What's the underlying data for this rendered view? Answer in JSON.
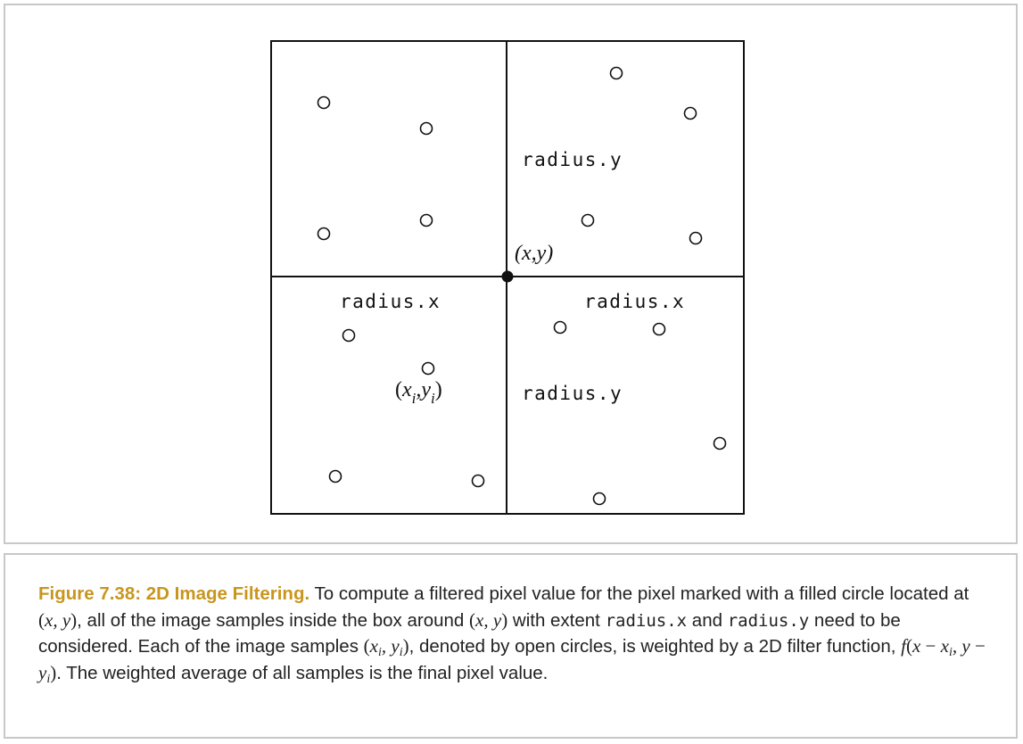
{
  "diagram": {
    "labels": {
      "radius_y_top": "radius.y",
      "radius_x_left": "radius.x",
      "radius_x_right": "radius.x",
      "radius_y_bottom": "radius.y",
      "center_point": "(x,y)",
      "sample_point_x": "x",
      "sample_point_y": "y",
      "sample_point_sub": "i"
    }
  },
  "caption": {
    "title": "Figure 7.38: 2D Image Filtering.",
    "s1": " To compute a filtered pixel value for the pixel marked with a filled circle located at ",
    "xy": "x, y",
    "s2": ", all of the image samples inside the box around ",
    "s3": " with extent ",
    "radius_x": "radius.x",
    "s4": " and ",
    "radius_y": "radius.y",
    "s5": " need to be considered. Each of the image samples ",
    "xi": "x",
    "yi": "y",
    "sub_i": "i",
    "s6": ", denoted by open circles, is weighted by a 2D filter function, ",
    "f": "f",
    "s7": ". The weighted average of all samples is the final pixel value."
  }
}
